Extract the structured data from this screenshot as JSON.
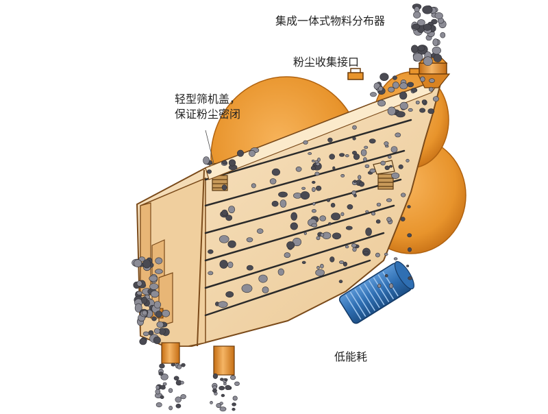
{
  "labels": {
    "distributor": "集成一体式物料分布器",
    "dust_port": "粉尘收集接口",
    "cover_line1": "轻型筛机盖，",
    "cover_line2": "保证粉尘密闭",
    "low_energy": "低能耗"
  },
  "colors": {
    "background": "#ffffff",
    "body_fill": "#F5DDB8",
    "body_outline": "#7A4A1A",
    "orange_accent": "#E8942C",
    "orange_dark": "#C56E14",
    "motor_blue": "#2F6FB3",
    "motor_dark": "#1D4F86",
    "screen_deck_line": "#2A2A2A",
    "particle_gray": "#8C8C96",
    "particle_dark": "#4A4A52",
    "frame_wood": "#C89A5A"
  }
}
